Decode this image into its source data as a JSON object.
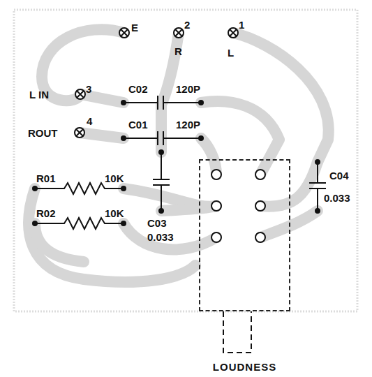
{
  "diagram": {
    "nodes": [
      {
        "text": [
          "LOUDNESS"
        ]
      }
    ],
    "labels": [
      "E",
      "2",
      "1",
      "R",
      "L",
      "L IN",
      "3",
      "C02",
      "120P",
      "ROUT",
      "4",
      "C01",
      "120P",
      "R01",
      "10K",
      "R02",
      "10K",
      "C03",
      "0.033",
      "C04",
      "0.033"
    ]
  }
}
